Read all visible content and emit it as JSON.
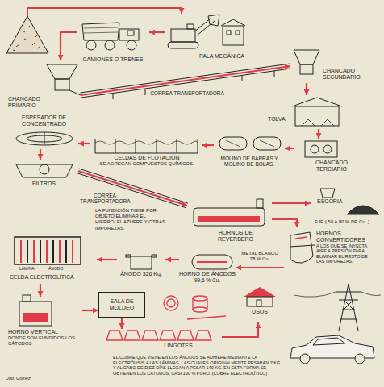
{
  "diagram": {
    "nodes": [
      {
        "text": [
          "PALA MECÁNICA"
        ]
      },
      {
        "text": [
          "CAMIONES O TRENES"
        ]
      },
      {
        "text": [
          "CHANCADO PRIMARIO"
        ]
      },
      {
        "text": [
          "CHANCADO SECUNDARIO"
        ]
      },
      {
        "text": [
          "TOLVA"
        ]
      },
      {
        "text": [
          "CHANCADO TERCIARIO"
        ]
      },
      {
        "text": [
          "MOLINO DE BARRAS Y MOLINO DE BOLAS."
        ]
      },
      {
        "text": [
          "CELDAS DE FLOTACIÓN",
          "SE AGREGAN COMPUESTOS QUÍMICOS."
        ]
      },
      {
        "text": [
          "ESPESADOR DE CONCENTRADO"
        ]
      },
      {
        "text": [
          "FILTROS"
        ]
      },
      {
        "text": [
          "HORNOS DE REVERBERO"
        ]
      },
      {
        "text": [
          "ESCORIA"
        ]
      },
      {
        "text": [
          "HORNOS CONVERTIDORES",
          "A LOS QUE SE INYECTA AIRE A PRESIÓN PARA ELIMINAR EL RESTO DE LAS IMPUREZAS."
        ]
      },
      {
        "text": [
          "HORNO DE ÁNODOS",
          "99,6 % Cu."
        ]
      },
      {
        "text": [
          "ÁNODO 326 Kg."
        ]
      },
      {
        "text": [
          "CELDA ELECTROLÍTICA"
        ]
      },
      {
        "text": [
          "SALA DE MOLDEO"
        ]
      },
      {
        "text": [
          "HORNO VERTICAL",
          "DONDE SON FUNDIDOS LOS CÁTODOS"
        ]
      },
      {
        "text": [
          "LINGOTES"
        ]
      },
      {
        "text": [
          "USOS"
        ]
      }
    ],
    "edges": [
      {
        "from": 0,
        "to": 1,
        "arrow": "to"
      },
      {
        "from": 1,
        "to": 2,
        "arrow": "to"
      },
      {
        "from": 2,
        "to": 3,
        "label": "CORREA TRANSPORTADORA",
        "arrow": "to"
      },
      {
        "from": 3,
        "to": 4,
        "arrow": "to"
      },
      {
        "from": 4,
        "to": 5,
        "arrow": "to"
      },
      {
        "from": 5,
        "to": 6,
        "arrow": "to"
      },
      {
        "from": 6,
        "to": 7,
        "arrow": "to"
      },
      {
        "from": 7,
        "to": 8,
        "arrow": "to"
      },
      {
        "from": 8,
        "to": 9,
        "arrow": "to"
      },
      {
        "from": 9,
        "to": 10,
        "label": "CORREA TRANSPORTADORA",
        "arrow": "to"
      },
      {
        "from": 10,
        "to": 11,
        "arrow": "to"
      },
      {
        "from": 10,
        "to": 12,
        "label": "EJE ( 50 A 80 % DE Cu. )",
        "arrow": "to"
      },
      {
        "from": 12,
        "to": 13,
        "label": "METAL BLANCO 78 % Cu.",
        "arrow": "to"
      },
      {
        "from": 13,
        "to": 14,
        "arrow": "to"
      },
      {
        "from": 14,
        "to": 15,
        "arrow": "to"
      },
      {
        "from": 15,
        "to": 17,
        "arrow": "to"
      },
      {
        "from": 17,
        "to": 16,
        "arrow": "to"
      },
      {
        "from": 16,
        "to": 18,
        "arrow": "to"
      },
      {
        "from": 18,
        "to": 19,
        "arrow": "to"
      }
    ],
    "labels": [
      "LA FUNDICIÓN TIENE POR OBJETO ELIMINAR EL HIERRO, EL AZUFRE Y OTRAS IMPUREZAS.",
      "LÁMINA",
      "ÁNODO",
      "EL COBRE QUE VIENE EN LOS ÁNODOS SE ADHIERE MEDIANTE LA ELECTRÓLISIS A LAS LÁMINAS, LAS CUALES ORIGINALMENTE PESABAN 7 KG. Y AL CABO DE DIEZ DÍAS LLEGAN A PESAR 140 KG. EN ESTA FORMA SE OBTIENEN LOS CÁTODOS, CASI 100 % PURO. (COBRE ELECTROLÍTICO)",
      "Jod. Gómez"
    ]
  }
}
